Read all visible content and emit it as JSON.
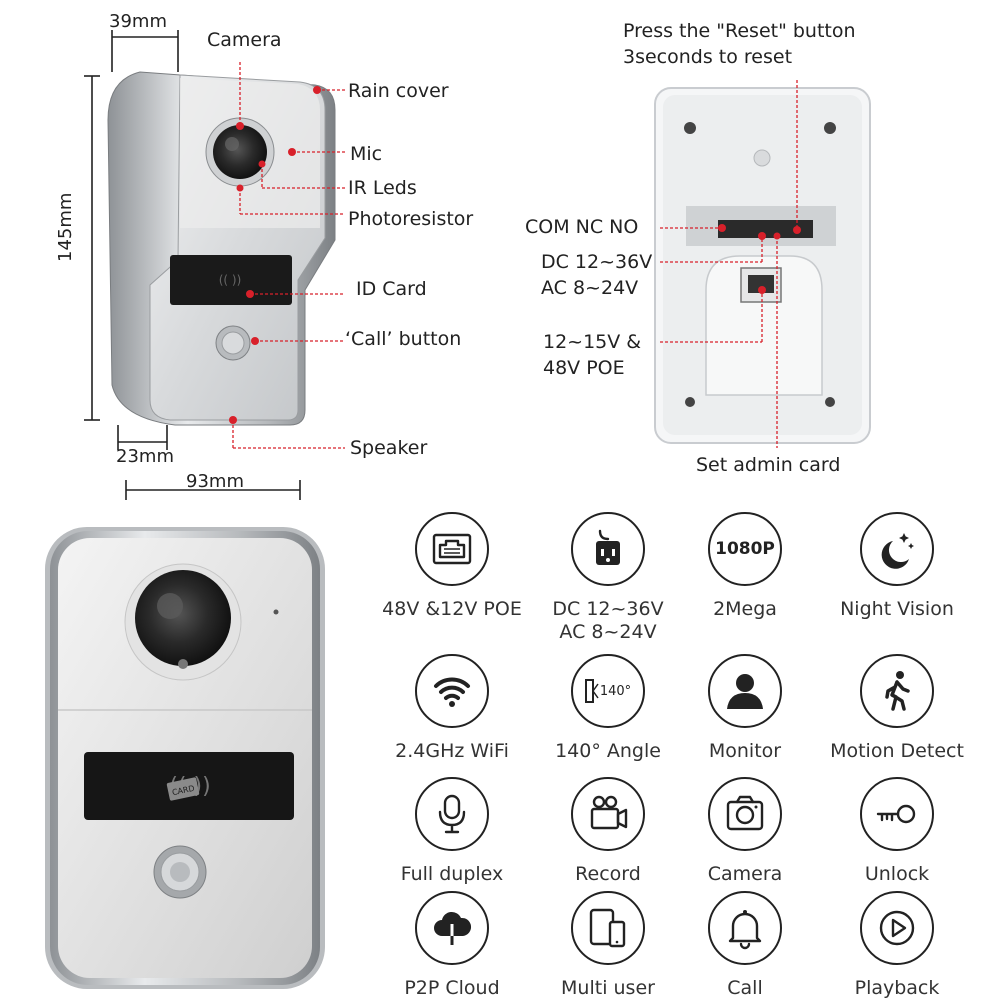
{
  "dimensions": {
    "top_width": "39mm",
    "height": "145mm",
    "depth": "23mm",
    "width": "93mm"
  },
  "front_labels": {
    "camera": "Camera",
    "rain_cover": "Rain cover",
    "mic": "Mic",
    "ir_leds": "IR Leds",
    "photoresistor": "Photoresistor",
    "id_card": "ID Card",
    "call_button": "‘Call’ button",
    "speaker": "Speaker"
  },
  "back_labels": {
    "reset_line1": "Press the \"Reset\" button",
    "reset_line2": "3seconds to reset",
    "com_nc_no": "COM NC NO",
    "power_line1": "DC 12~36V",
    "power_line2": "AC 8~24V",
    "poe_line1": "12~15V &",
    "poe_line2": "48V POE",
    "admin_card": "Set admin card"
  },
  "device_text": {
    "card_tag": "CARD"
  },
  "features": [
    {
      "icon": "ethernet-port-icon",
      "label": "48V &12V POE"
    },
    {
      "icon": "power-plug-icon",
      "label": "DC 12~36V\nAC 8~24V"
    },
    {
      "icon": "resolution-1080p-icon",
      "label": "2Mega",
      "badge": "1080P"
    },
    {
      "icon": "moon-stars-icon",
      "label": "Night Vision"
    },
    {
      "icon": "wifi-icon",
      "label": "2.4GHz WiFi"
    },
    {
      "icon": "viewing-angle-icon",
      "label": "140° Angle",
      "badge": "140°"
    },
    {
      "icon": "person-monitor-icon",
      "label": "Monitor"
    },
    {
      "icon": "walking-person-icon",
      "label": "Motion Detect"
    },
    {
      "icon": "microphone-icon",
      "label": "Full duplex"
    },
    {
      "icon": "video-camera-icon",
      "label": "Record"
    },
    {
      "icon": "photo-camera-icon",
      "label": "Camera"
    },
    {
      "icon": "key-icon",
      "label": "Unlock"
    },
    {
      "icon": "cloud-download-icon",
      "label": "P2P Cloud"
    },
    {
      "icon": "tablet-phone-icon",
      "label": "Multi user"
    },
    {
      "icon": "bell-icon",
      "label": "Call"
    },
    {
      "icon": "play-icon",
      "label": "Playback"
    }
  ],
  "colors": {
    "marker_red": "#d8202a",
    "silver": "#c9cccf",
    "panel_dark": "#1c1c1c"
  }
}
